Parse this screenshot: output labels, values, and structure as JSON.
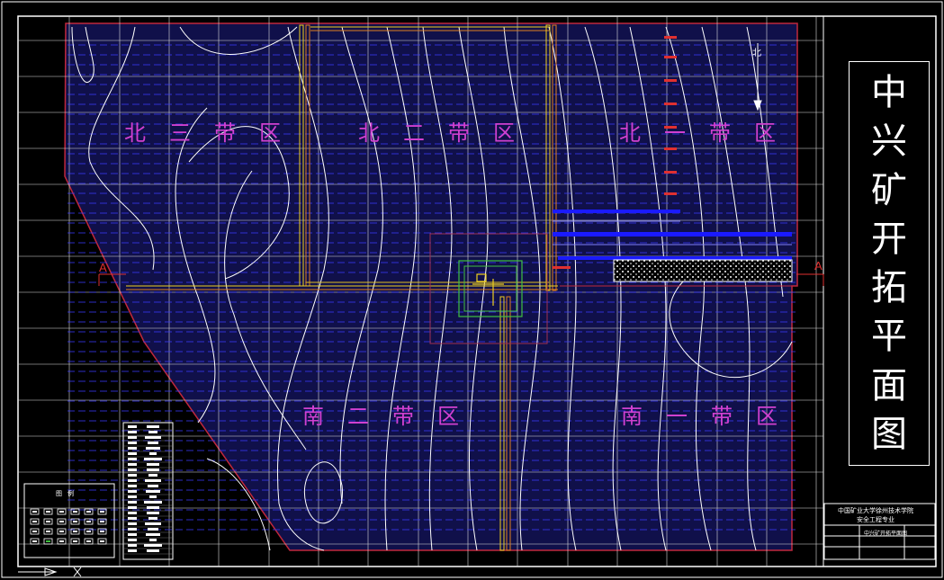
{
  "drawing": {
    "title_chars": [
      "中",
      "兴",
      "矿",
      "开",
      "拓",
      "平",
      "面",
      "图"
    ],
    "zones": {
      "north3": "北三带区",
      "north2": "北二带区",
      "north1": "北一带区",
      "south2": "南二带区",
      "south1": "南一带区"
    },
    "section_marker": "A",
    "north_arrow": "北",
    "legend_title": "图例",
    "title_block": {
      "line1": "中国矿业大学徐州技术学院",
      "line2": "安全工程专业",
      "drawing_name": "中兴矿开拓平面图"
    }
  },
  "colors": {
    "background": "#000000",
    "frame": "#ffffff",
    "grid": "#ffffff",
    "dashed": "#3b3bff",
    "boundary": "#c0283c",
    "zone_text": "#d040d0",
    "roadway": "#f0d020",
    "blue_roadway": "#1a1aff",
    "shaft_box": "#40c040"
  }
}
